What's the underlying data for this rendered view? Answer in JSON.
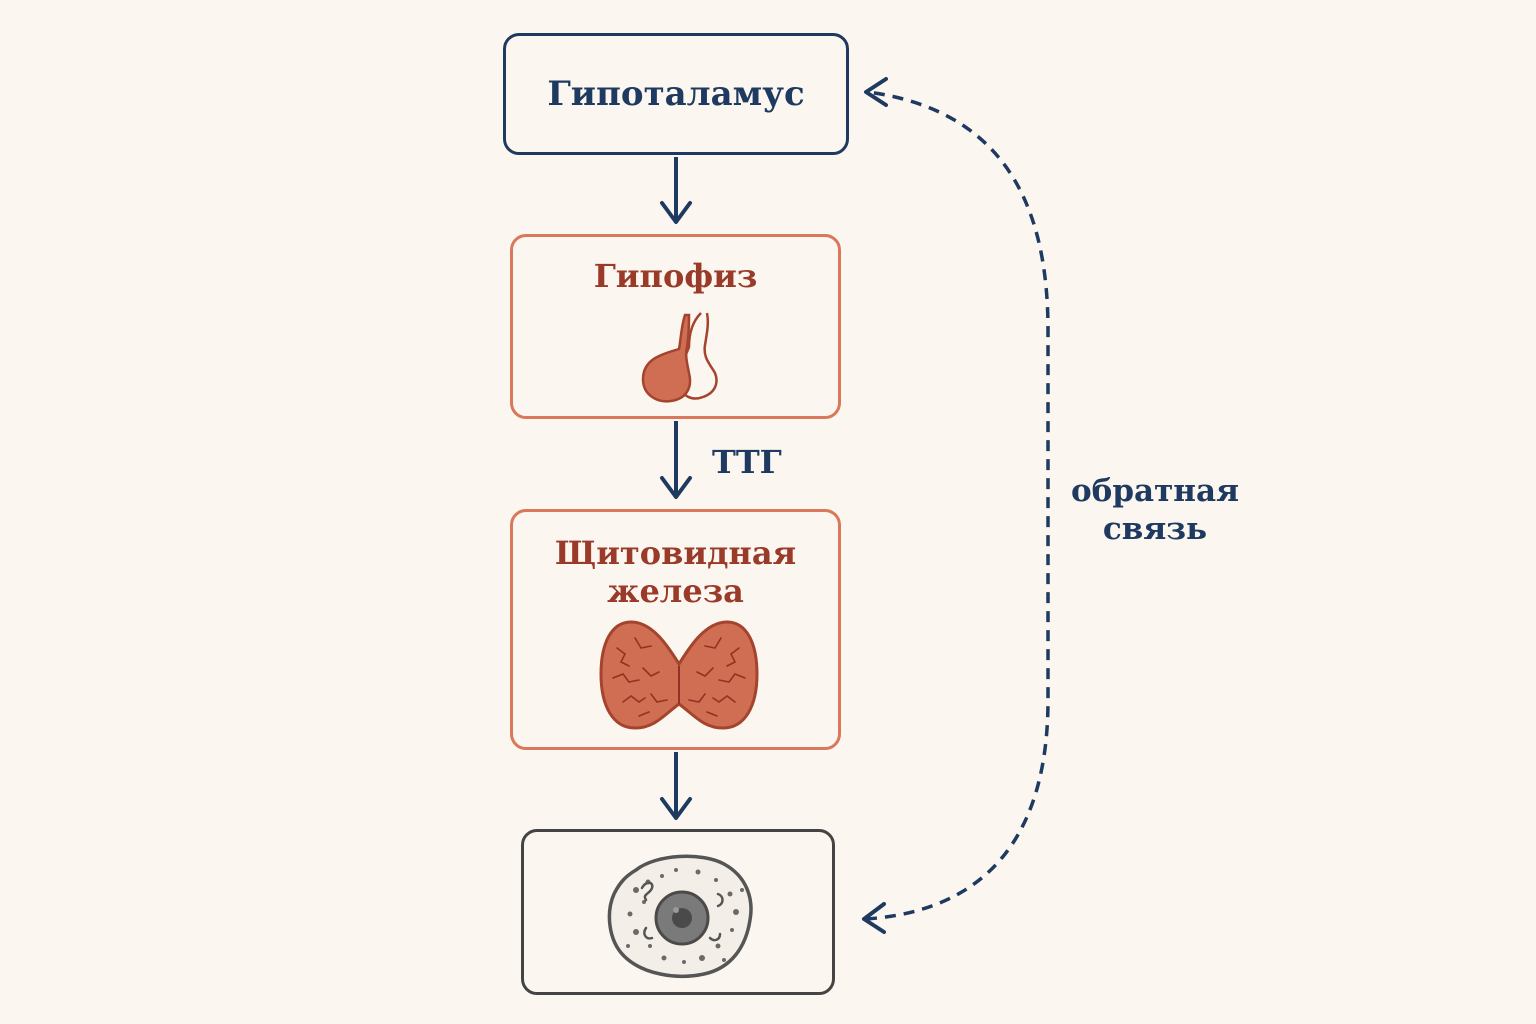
{
  "nodes": {
    "hypothalamus": "Гипоталамус",
    "pituitary": "Гипофиз",
    "thyroid": "Щитовидная\nжелеза"
  },
  "edges": {
    "ttg": "ТТГ",
    "feedback": "обратная\nсвязь"
  },
  "colors": {
    "navy": "#1f3a60",
    "organ_border": "#d9785a",
    "organ_text": "#9a3a28",
    "organ_fill": "#cf6e52",
    "cell_border": "#444444",
    "background": "#fbf6ef"
  },
  "icons": [
    "pituitary-gland-icon",
    "thyroid-gland-icon",
    "target-cell-icon"
  ]
}
